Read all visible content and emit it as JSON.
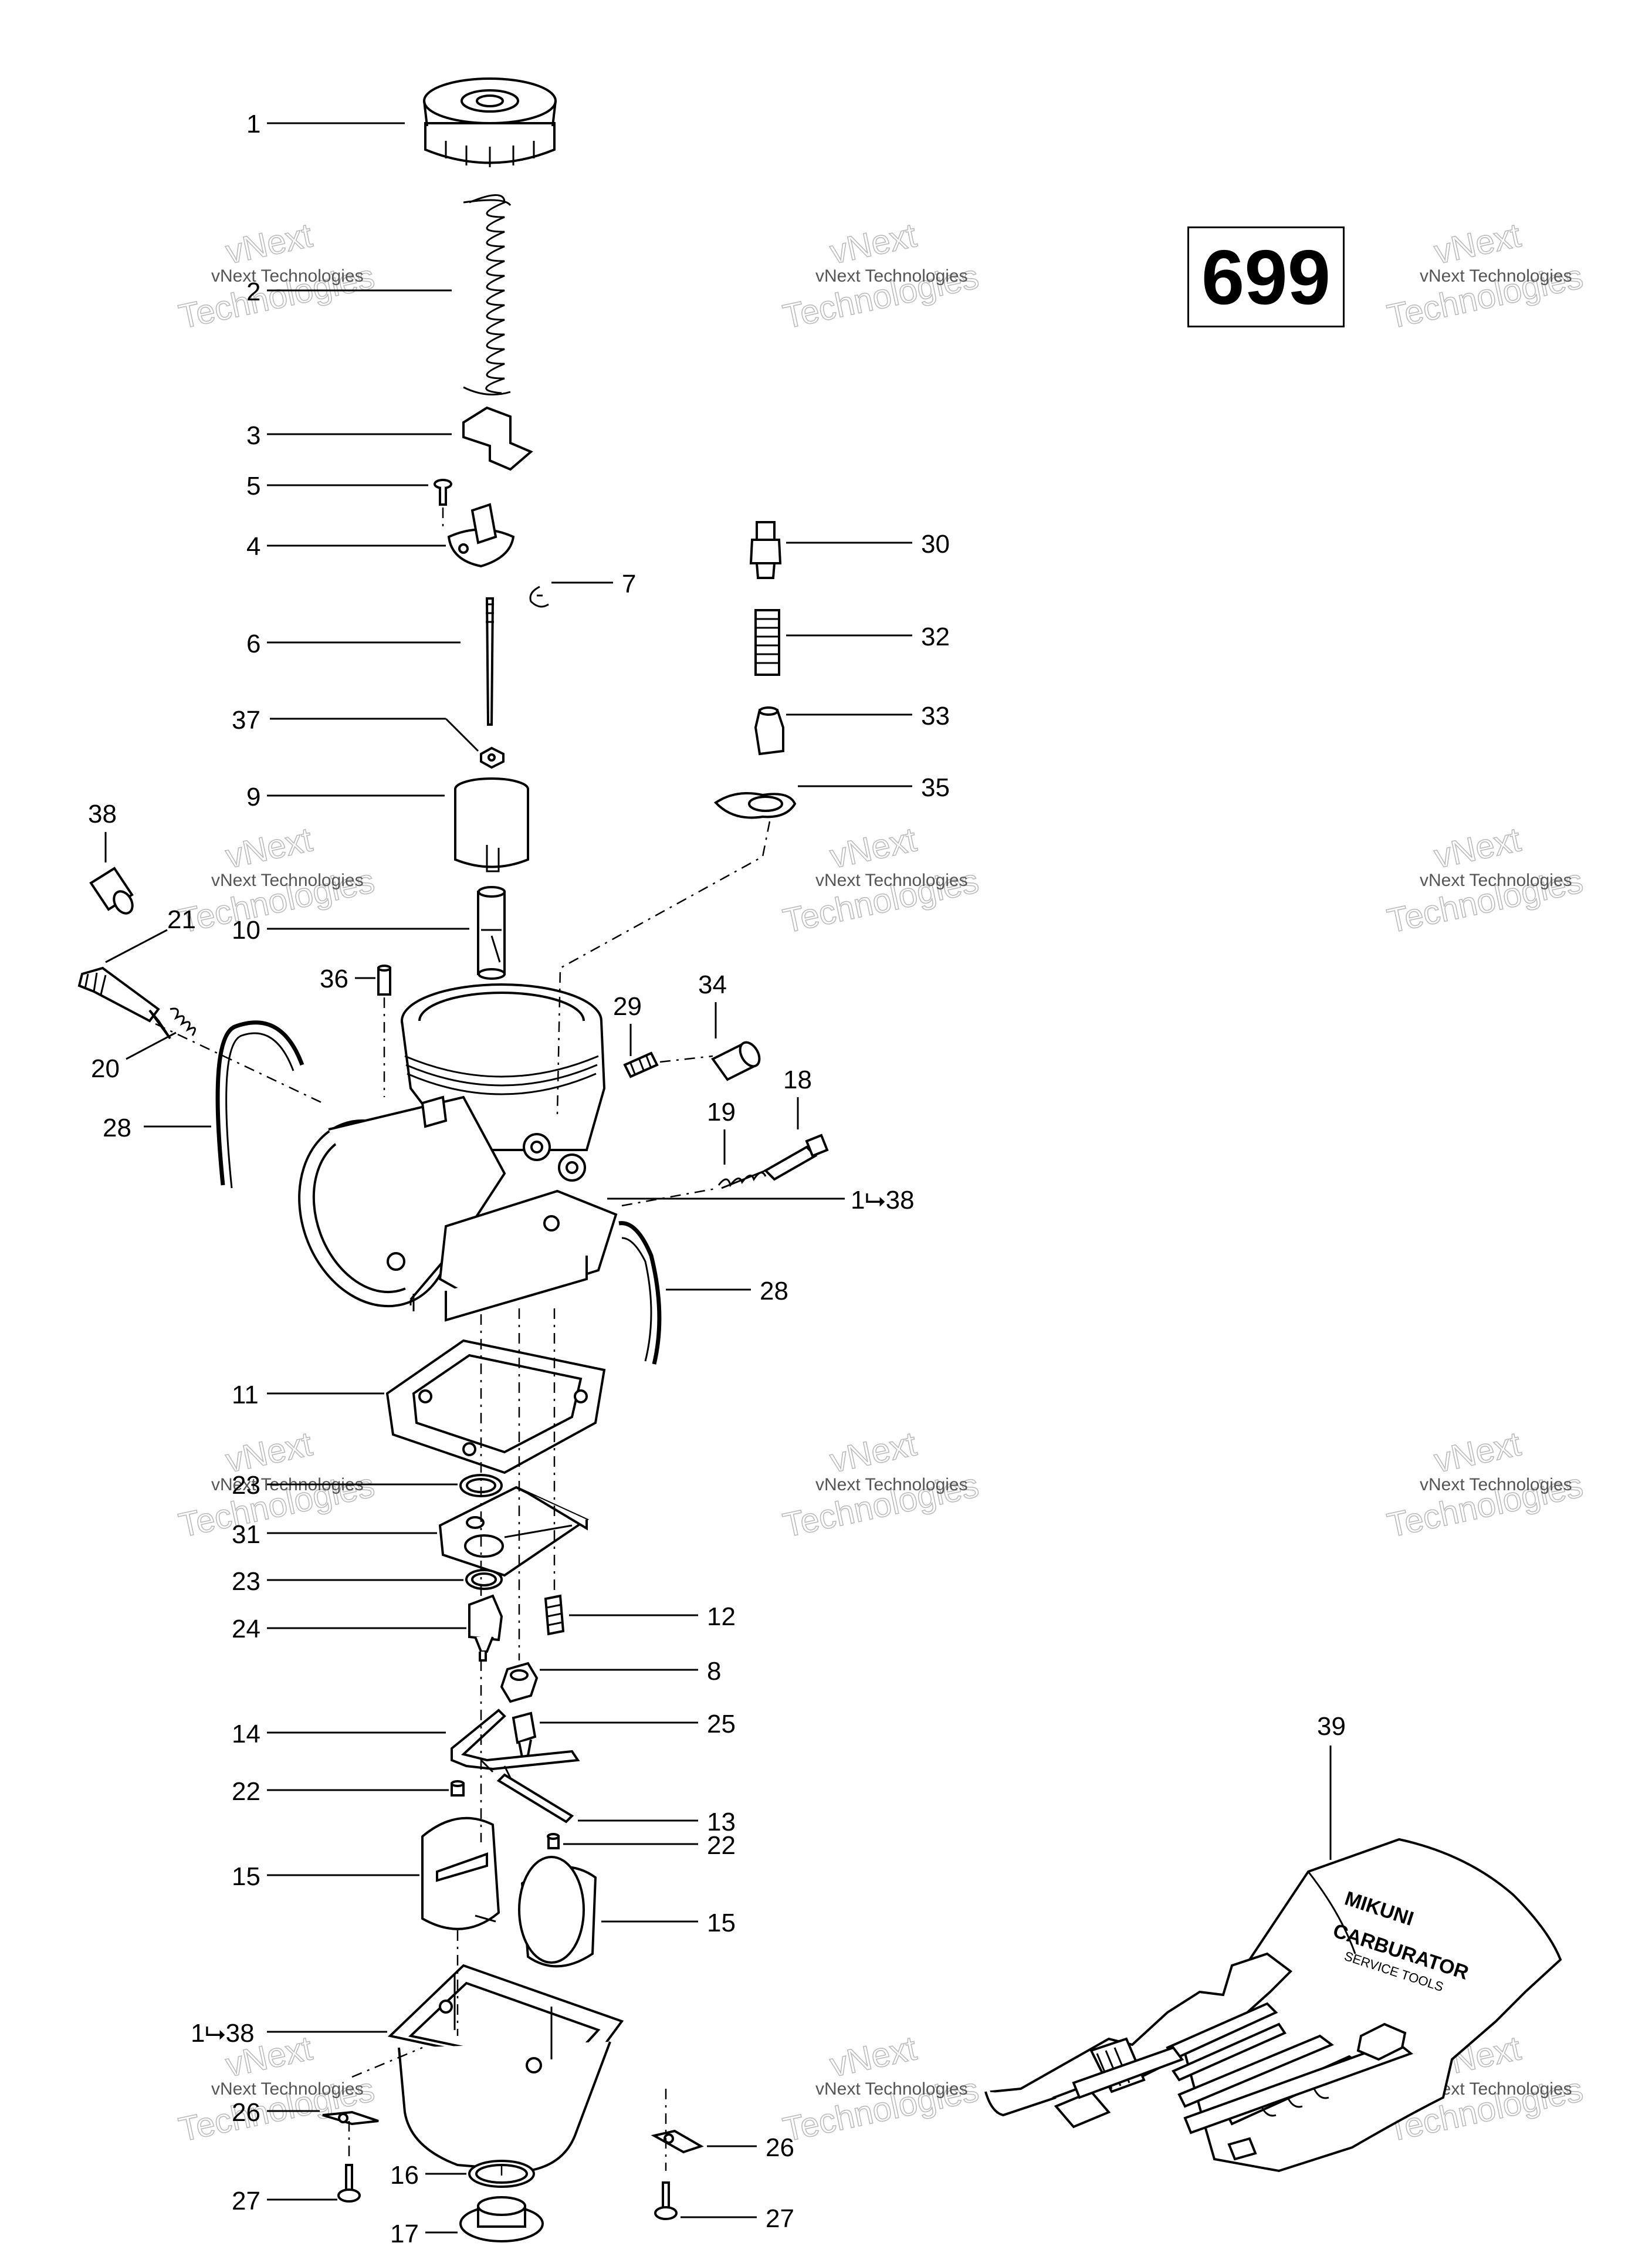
{
  "diagram_ref": "699",
  "watermark": {
    "line1": "vNext Technologies",
    "line2": "vNext",
    "line3": "Technologies"
  },
  "callouts": {
    "c1": "1",
    "c2": "2",
    "c3": "3",
    "c5": "5",
    "c4": "4",
    "c7": "7",
    "c6": "6",
    "c37": "37",
    "c9": "9",
    "c10": "10",
    "c38": "38",
    "c21": "21",
    "c20": "20",
    "c36": "36",
    "c28a": "28",
    "c28b": "28",
    "c30": "30",
    "c32": "32",
    "c33": "33",
    "c35": "35",
    "c29": "29",
    "c34": "34",
    "c18": "18",
    "c19": "19",
    "c1to38a": "1⮡38",
    "c11": "11",
    "c23a": "23",
    "c31": "31",
    "c23b": "23",
    "c24": "24",
    "c12": "12",
    "c8": "8",
    "c25": "25",
    "c14": "14",
    "c22a": "22",
    "c13": "13",
    "c22b": "22",
    "c15a": "15",
    "c15b": "15",
    "c1to38b": "1⮡38",
    "c26a": "26",
    "c26b": "26",
    "c16": "16",
    "c27a": "27",
    "c27b": "27",
    "c17": "17",
    "c39": "39"
  },
  "toolkit_text": {
    "line1": "MIKUNI",
    "line2": "CARBURATOR",
    "line3": "SERVICE TOOLS"
  }
}
